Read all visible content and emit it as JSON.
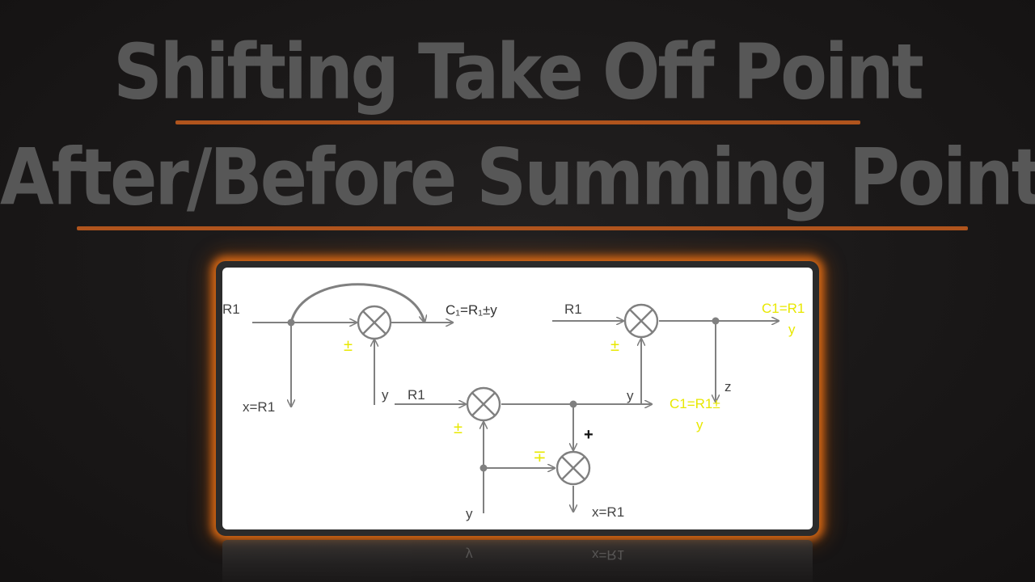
{
  "title": {
    "line1": "Shifting Take Off Point",
    "line2": "After/Before Summing Point"
  },
  "diagram": {
    "left": {
      "input": "R1",
      "output": "C₁=R₁±y",
      "sign": "±",
      "feedback": "y",
      "takeoff": "x=R1"
    },
    "bottom": {
      "input": "R1",
      "sign1": "±",
      "after_y": "y",
      "sign2": "∓",
      "plus": "+",
      "feedback": "y",
      "takeoff": "x=R1",
      "output_line1": "C1=R1±",
      "output_line2": "y"
    },
    "right": {
      "input": "R1",
      "sign": "±",
      "takeoff": "z",
      "output_line1": "C1=R1",
      "output_line2": "y"
    }
  },
  "reflection": {
    "text_y": "y",
    "text_x": "x=R1"
  },
  "colors": {
    "accent_orange": "#b0541d",
    "glow": "#e66e14",
    "title_gray": "#575757",
    "line_gray": "#808080",
    "sign_yellow": "#e8e800"
  }
}
